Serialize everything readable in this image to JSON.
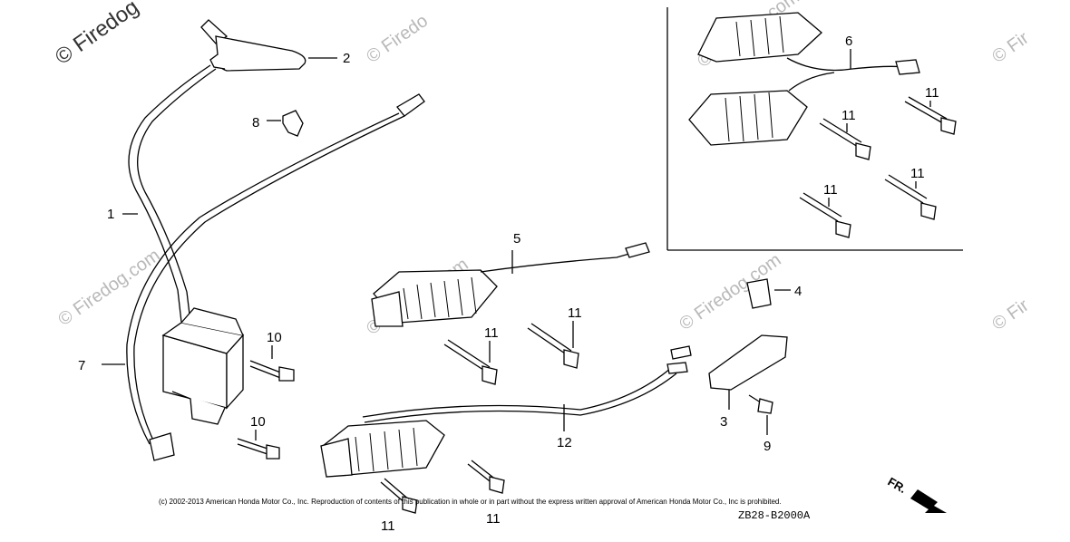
{
  "watermarks": {
    "main": "© Firedog",
    "repeat": "© Firedog.com",
    "short": "© Firedo",
    "corner": "© Fir"
  },
  "callouts": {
    "c1": "1",
    "c2": "2",
    "c3": "3",
    "c4": "4",
    "c5": "5",
    "c6": "6",
    "c7": "7",
    "c8": "8",
    "c9": "9",
    "c10a": "10",
    "c10b": "10",
    "c11a": "11",
    "c11b": "11",
    "c11c": "11",
    "c11d": "11",
    "c11e": "11",
    "c11f": "11",
    "c11g": "11",
    "c11h": "11",
    "c12": "12"
  },
  "copyright": "(c) 2002-2013 American Honda Motor Co., Inc. Reproduction of contents of this publication in whole or in part without the express written approval of American Honda Motor Co., Inc is prohibited.",
  "diagram_code": "ZB28-B2000A",
  "direction_label": "FR."
}
